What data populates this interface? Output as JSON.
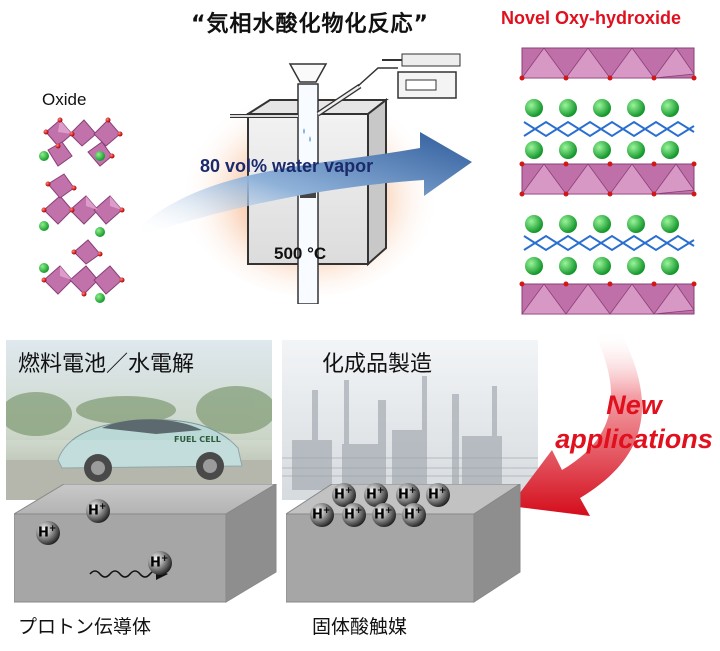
{
  "title_jp": "“気相水酸化物化反応”",
  "title_novel": "Novel Oxy-hydroxide",
  "oxide_label": "Oxide",
  "vapor_label": "80 vol% water vapor",
  "temperature_label": "500 °C",
  "fuel_cell_title": "燃料電池／水電解",
  "chemical_title": "化成品製造",
  "new_applications_line1": "New",
  "new_applications_line2": "applications",
  "proton_conductor_caption": "プロトン伝導体",
  "solid_acid_caption": "固体酸触媒",
  "proton_symbol": "H",
  "proton_charge": "+",
  "car_badge": "FUEL CELL",
  "colors": {
    "accent_red": "#e0101f",
    "arrow_blue": "#2d5a9a",
    "octahedra_pink": "#c070a8",
    "cation_green": "#22a83a",
    "oxygen_red": "#d01818"
  }
}
